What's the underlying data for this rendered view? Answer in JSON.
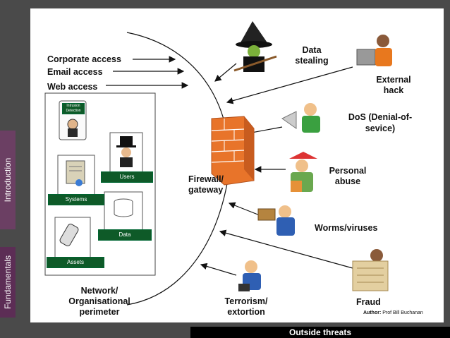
{
  "sidebar": {
    "introduction": "Introduction",
    "fundamentals": "Fundamentals"
  },
  "inside": {
    "corporate_access": "Corporate access",
    "email_access": "Email access",
    "web_access": "Web access",
    "intrusion_detection": "Intrusion Detection",
    "users": "Users",
    "systems": "Systems",
    "data": "Data",
    "assets": "Assets",
    "perimeter": [
      "Network/",
      "Organisational",
      "perimeter"
    ],
    "firewall": [
      "Firewall/",
      "gateway"
    ]
  },
  "threats": {
    "data_stealing": [
      "Data",
      "stealing"
    ],
    "external_hack": [
      "External",
      "hack"
    ],
    "dos": [
      "DoS (Denial-of-",
      "sevice)"
    ],
    "personal_abuse": [
      "Personal",
      "abuse"
    ],
    "worms": "Worms/viruses",
    "terrorism": [
      "Terrorism/",
      "extortion"
    ],
    "fraud": "Fraud"
  },
  "footer": {
    "outside_threats": "Outside threats",
    "author_label": "Author:",
    "author_name": "Prof Bill Buchanan"
  },
  "colors": {
    "sidebar": "#5c2d55",
    "tag_green": "#0e5a28",
    "firewall_orange": "#e8742a",
    "arrow": "#111111"
  }
}
